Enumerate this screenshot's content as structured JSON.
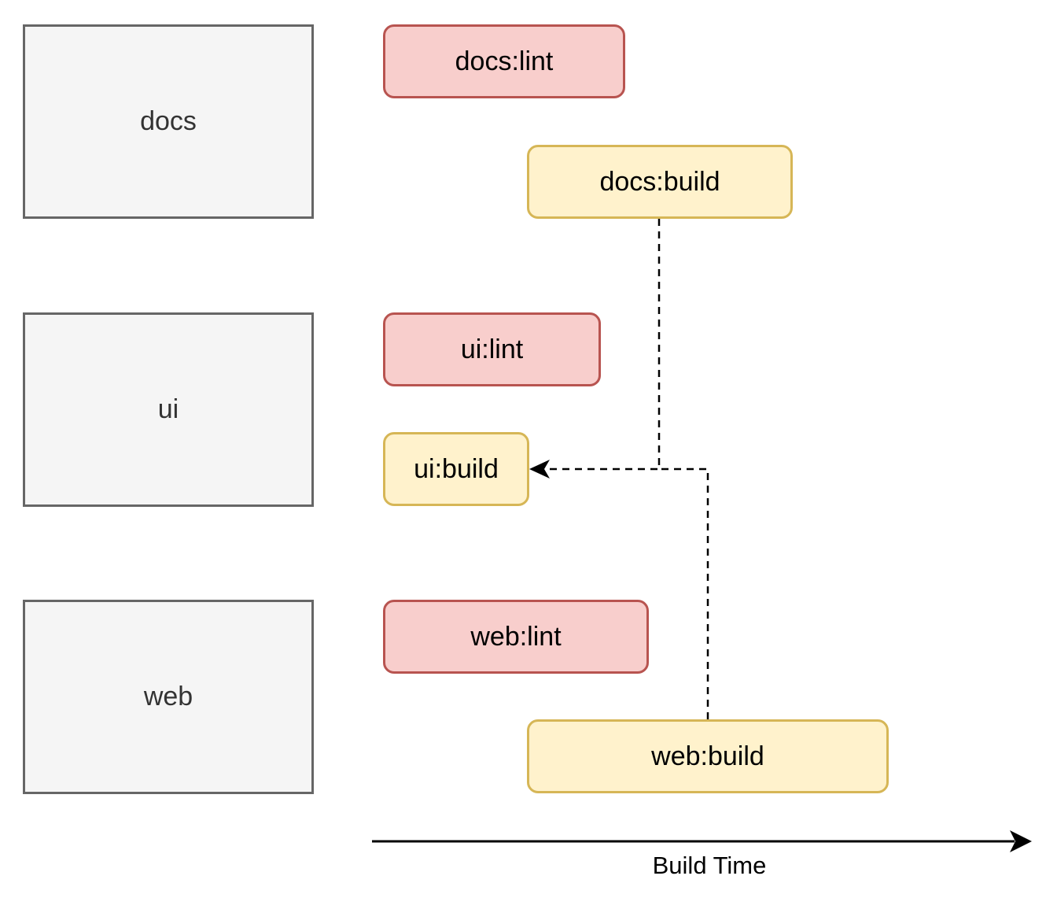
{
  "packages": {
    "docs": "docs",
    "ui": "ui",
    "web": "web"
  },
  "tasks": {
    "docs_lint": "docs:lint",
    "docs_build": "docs:build",
    "ui_lint": "ui:lint",
    "ui_build": "ui:build",
    "web_lint": "web:lint",
    "web_build": "web:build"
  },
  "axis": {
    "label": "Build Time"
  },
  "colors": {
    "package_fill": "#f5f5f5",
    "package_stroke": "#666666",
    "lint_fill": "#f8cecc",
    "lint_stroke": "#b85450",
    "build_fill": "#fff2cc",
    "build_stroke": "#d6b656"
  },
  "dependencies": [
    {
      "from": "docs:build",
      "to": "ui:build"
    },
    {
      "from": "web:build",
      "to": "ui:build"
    }
  ]
}
